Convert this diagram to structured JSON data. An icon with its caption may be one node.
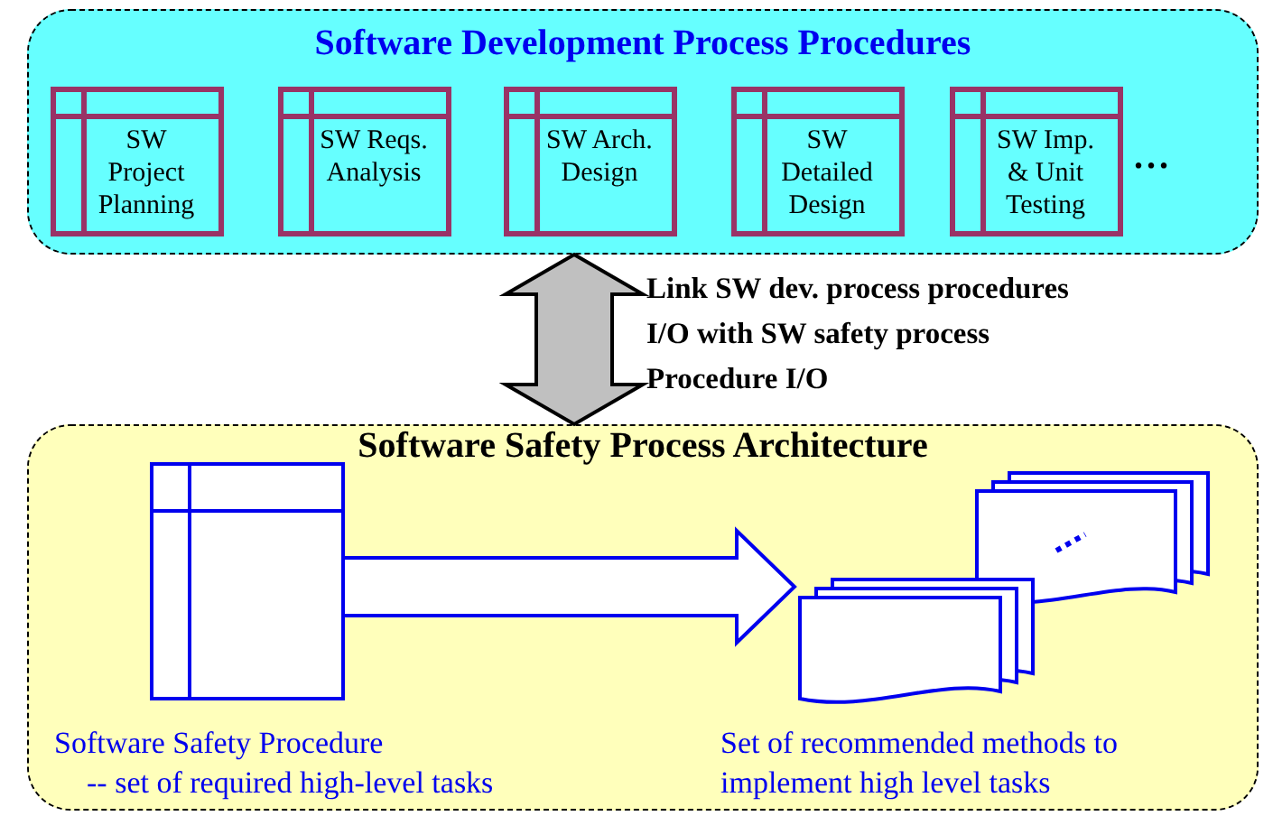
{
  "diagram": {
    "nodes": [
      {
        "text": [
          "Software Development Process Procedures"
        ]
      },
      {
        "text": [
          "SW Project Planning"
        ],
        "in": 0
      },
      {
        "text": [
          "SW Reqs. Analysis"
        ],
        "in": 0
      },
      {
        "text": [
          "SW Arch. Design"
        ],
        "in": 0
      },
      {
        "text": [
          "SW Detailed Design"
        ],
        "in": 0
      },
      {
        "text": [
          "SW Imp. & Unit Testing"
        ],
        "in": 0
      },
      {
        "text": [
          "Software Safety Process Architecture"
        ]
      },
      {
        "text": [],
        "shape": "box",
        "in": 6,
        "beside": [
          "Software Safety Procedure",
          "-- set of required high-level tasks"
        ]
      },
      {
        "text": [],
        "shape": "picture",
        "in": 6,
        "beside": [
          "Set of recommended methods to implement high level tasks"
        ]
      }
    ],
    "edges": [
      {
        "from": 0,
        "to": 6,
        "arrow": "both",
        "label": "Link SW dev. process procedures I/O with SW safety process Procedure I/O",
        "style": "thick",
        "color": "#c0c0c0"
      },
      {
        "from": 7,
        "to": 8,
        "arrow": "to",
        "style": "thick"
      }
    ],
    "labels": [
      "..."
    ]
  }
}
